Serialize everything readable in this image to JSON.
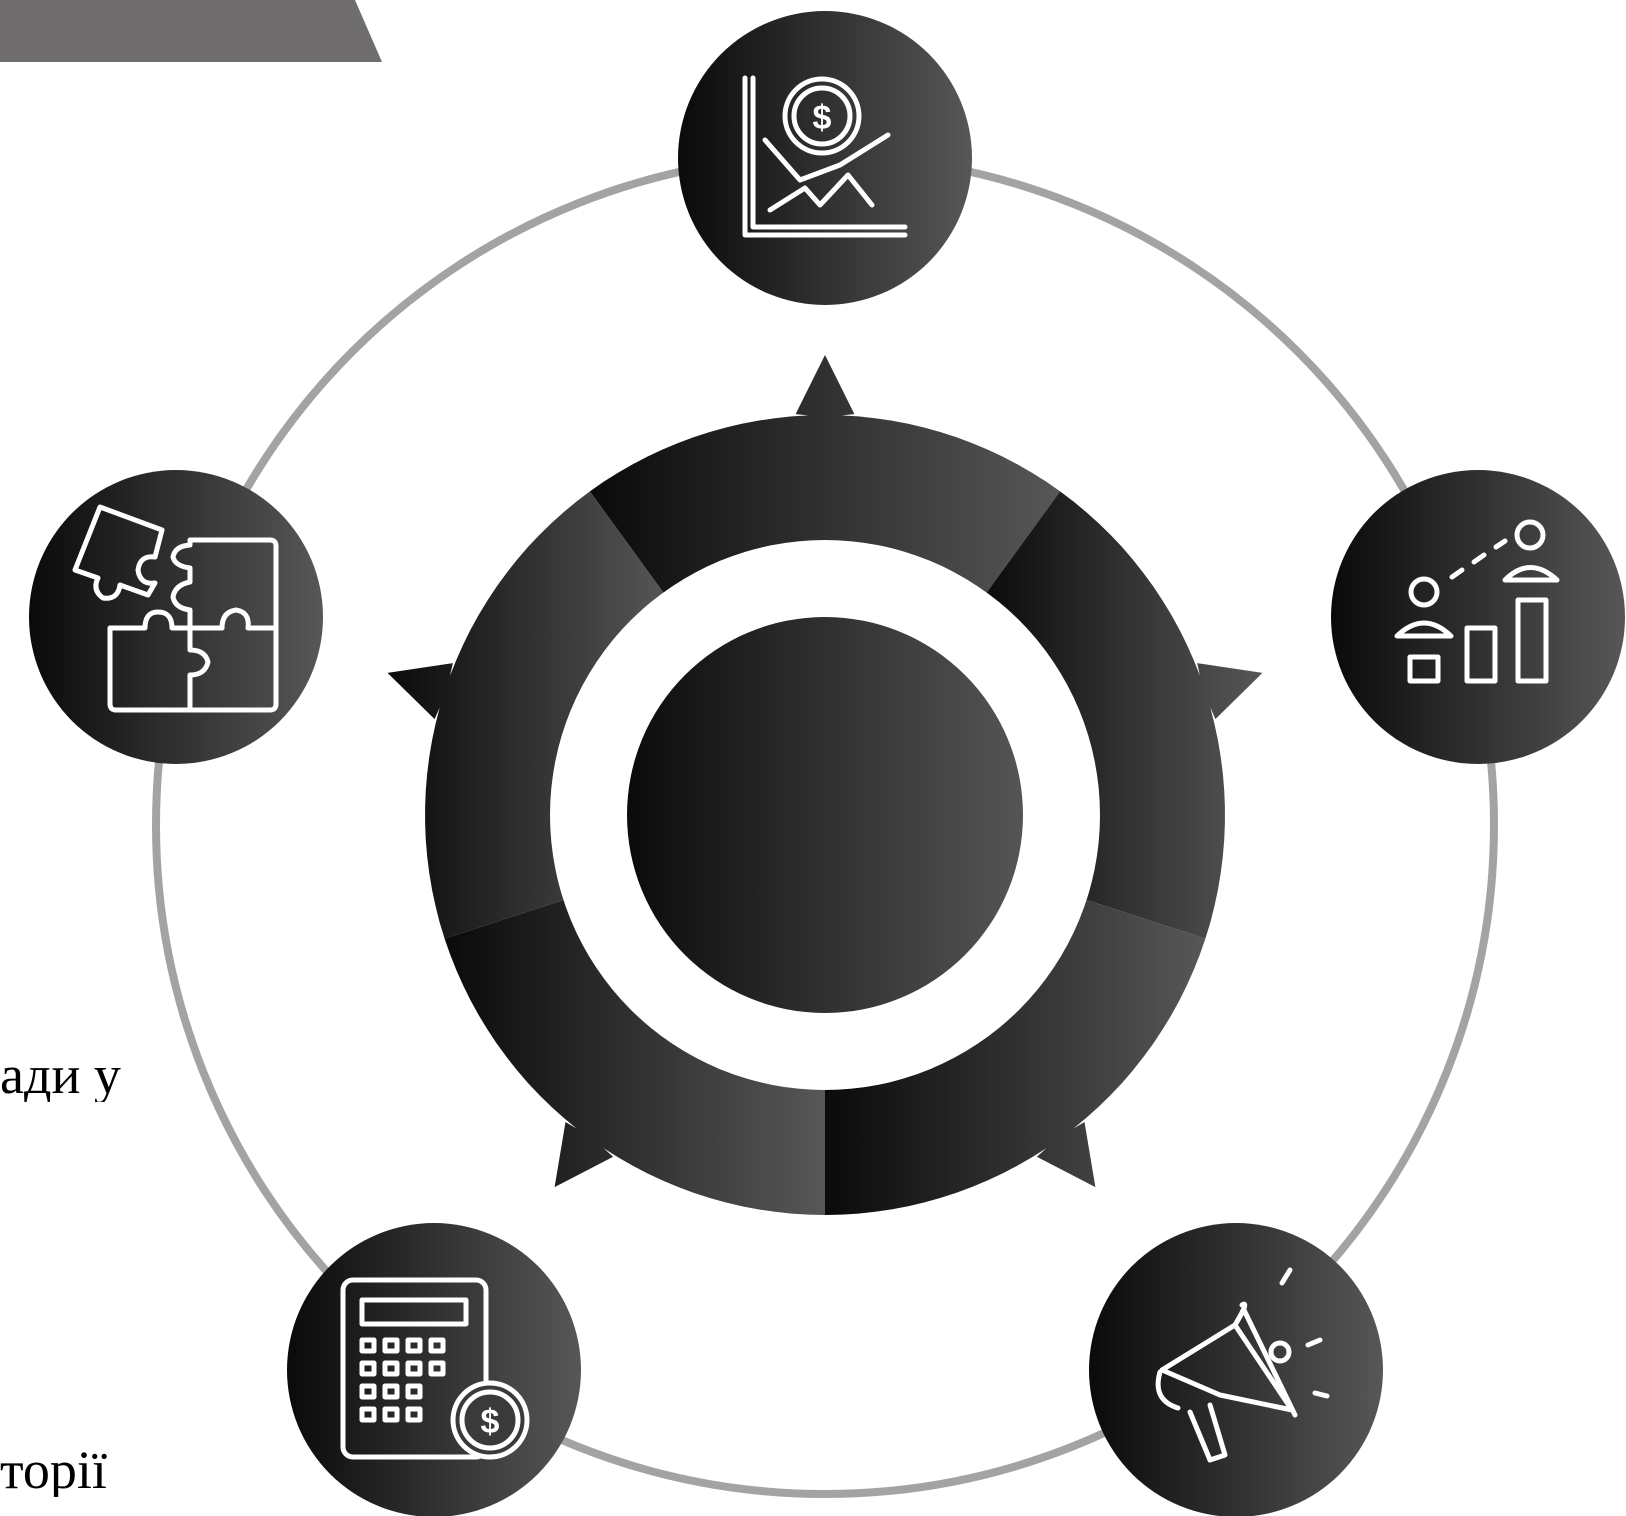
{
  "diagram": {
    "type": "cycle",
    "node_count": 5,
    "colors": {
      "banner": "#6f6d6d",
      "ring_line": "#a3a3a3",
      "node_dark": "#0a0a0a",
      "node_light": "#575757",
      "icon_stroke": "#ffffff",
      "center_gap": "#ffffff"
    },
    "nodes": [
      {
        "id": "top",
        "icon": "growth-chart-dollar-icon"
      },
      {
        "id": "right",
        "icon": "people-leaderboard-icon"
      },
      {
        "id": "bottom-right",
        "icon": "megaphone-icon"
      },
      {
        "id": "bottom-left",
        "icon": "calculator-dollar-icon"
      },
      {
        "id": "left",
        "icon": "puzzle-pieces-icon"
      }
    ]
  },
  "text_fragments": {
    "fragment_1": "ади у",
    "fragment_2": "торії"
  }
}
